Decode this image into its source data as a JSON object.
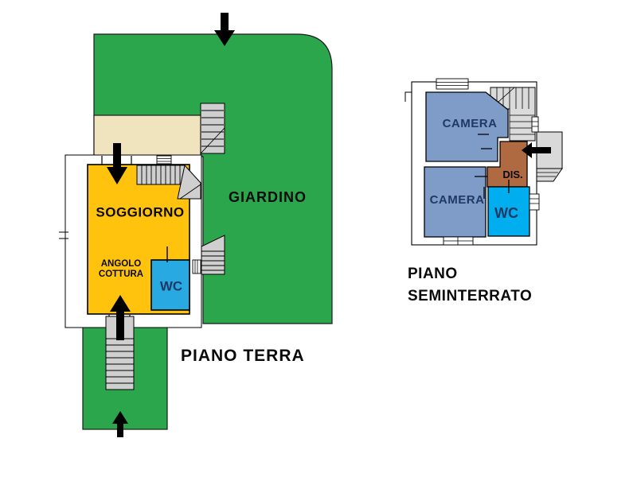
{
  "plans": {
    "piano_terra": {
      "label": "PIANO TERRA",
      "rooms": {
        "giardino": "GIARDINO",
        "soggiorno": "SOGGIORNO",
        "angolo_cottura_line1": "ANGOLO",
        "angolo_cottura_line2": "COTTURA",
        "wc": "WC"
      }
    },
    "piano_seminterrato": {
      "label_line1": "PIANO",
      "label_line2": "SEMINTERRATO",
      "rooms": {
        "camera_top": "CAMERA",
        "camera_bottom": "CAMERA",
        "dis": "DIS.",
        "wc": "WC"
      }
    }
  },
  "colors": {
    "garden_green": "#2BA64C",
    "terrace_beige": "#EFE4BE",
    "soggiorno_yellow": "#FFC20D",
    "wc_blue": "#29A9E1",
    "camera_blue": "#7E9CC7",
    "dis_brown": "#B06A42",
    "wc_cyan": "#00AEEF",
    "stair_gray": "#CFCFCF",
    "stair_gray_light": "#DBDBDB",
    "balcony_gray": "#D9D9D9",
    "wall_black": "#1a1a1a",
    "text_navy": "#1F3864",
    "text_black": "#000000",
    "arrow_black": "#000000"
  }
}
